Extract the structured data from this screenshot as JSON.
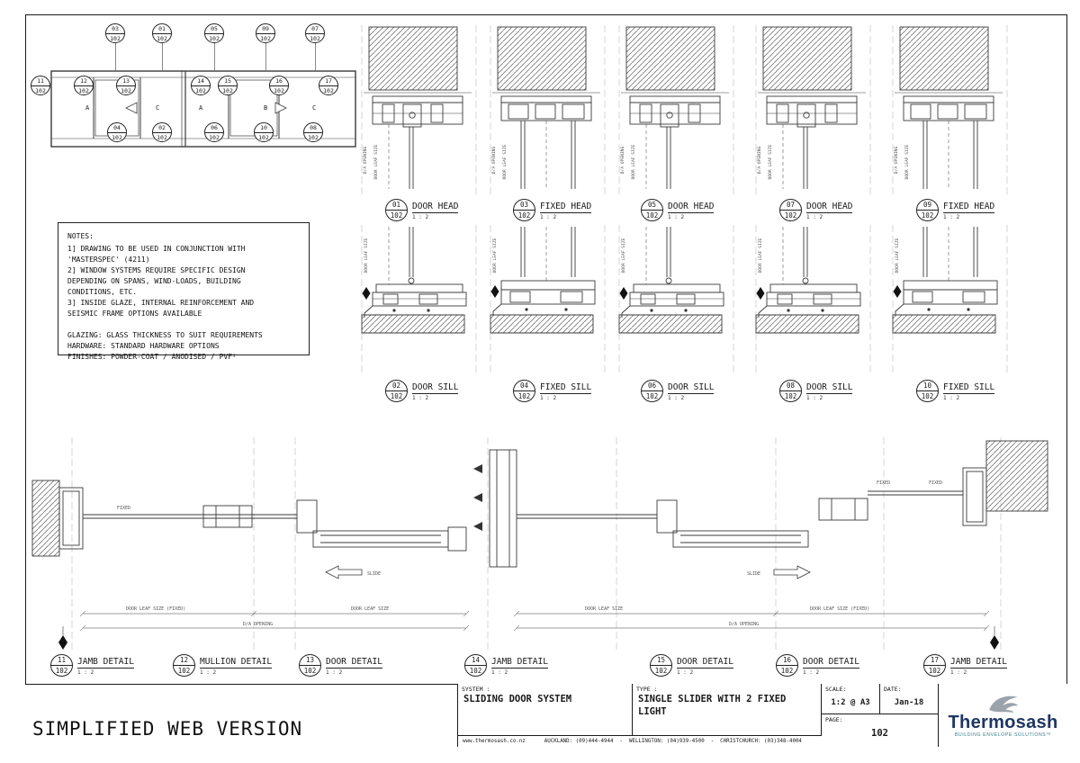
{
  "sheet": {
    "watermark": "SIMPLIFIED WEB VERSION"
  },
  "notes": {
    "title": "NOTES:",
    "body": "1] DRAWING TO BE USED IN CONJUNCTION WITH\n'MASTERSPEC' (4211)\n2] WINDOW SYSTEMS REQUIRE SPECIFIC DESIGN\nDEPENDING ON SPANS, WIND-LOADS, BUILDING\nCONDITIONS, ETC.\n3] INSIDE GLAZE, INTERNAL REINFORCEMENT AND\nSEISMIC FRAME OPTIONS AVAILABLE\n\nGLAZING:    GLASS THICKNESS TO SUIT REQUIREMENTS\nHARDWARE: STANDARD HARDWARE OPTIONS\nFINISHES:   POWDER-COAT / ANODISED / PVF²"
  },
  "elevation": {
    "top": [
      {
        "num": "03",
        "sheet": "102"
      },
      {
        "num": "01",
        "sheet": "102"
      },
      {
        "num": "05",
        "sheet": "102"
      },
      {
        "num": "09",
        "sheet": "102"
      },
      {
        "num": "07",
        "sheet": "102"
      }
    ],
    "mid": [
      {
        "num": "11",
        "sheet": "102"
      },
      {
        "num": "12",
        "sheet": "102"
      },
      {
        "num": "13",
        "sheet": "102"
      },
      {
        "num": "14",
        "sheet": "102"
      },
      {
        "num": "15",
        "sheet": "102"
      },
      {
        "num": "16",
        "sheet": "102"
      },
      {
        "num": "17",
        "sheet": "102"
      }
    ],
    "bottom": [
      {
        "num": "04",
        "sheet": "102"
      },
      {
        "num": "02",
        "sheet": "102"
      },
      {
        "num": "06",
        "sheet": "102"
      },
      {
        "num": "10",
        "sheet": "102"
      },
      {
        "num": "08",
        "sheet": "102"
      }
    ],
    "letters": [
      "A",
      "C",
      "A",
      "B",
      "C"
    ]
  },
  "details": {
    "heads": [
      {
        "num": "01",
        "sheet": "102",
        "label": "DOOR HEAD",
        "scale": "1 : 2"
      },
      {
        "num": "03",
        "sheet": "102",
        "label": "FIXED HEAD",
        "scale": "1 : 2"
      },
      {
        "num": "05",
        "sheet": "102",
        "label": "DOOR HEAD",
        "scale": "1 : 2"
      },
      {
        "num": "07",
        "sheet": "102",
        "label": "DOOR HEAD",
        "scale": "1 : 2"
      },
      {
        "num": "09",
        "sheet": "102",
        "label": "FIXED HEAD",
        "scale": "1 : 2"
      }
    ],
    "sills": [
      {
        "num": "02",
        "sheet": "102",
        "label": "DOOR SILL",
        "scale": "1 : 2"
      },
      {
        "num": "04",
        "sheet": "102",
        "label": "FIXED SILL",
        "scale": "1 : 2"
      },
      {
        "num": "06",
        "sheet": "102",
        "label": "DOOR SILL",
        "scale": "1 : 2"
      },
      {
        "num": "08",
        "sheet": "102",
        "label": "DOOR SILL",
        "scale": "1 : 2"
      },
      {
        "num": "10",
        "sheet": "102",
        "label": "FIXED SILL",
        "scale": "1 : 2"
      }
    ],
    "plans": [
      {
        "num": "11",
        "sheet": "102",
        "label": "JAMB DETAIL",
        "scale": "1 : 2"
      },
      {
        "num": "12",
        "sheet": "102",
        "label": "MULLION DETAIL",
        "scale": "1 : 2"
      },
      {
        "num": "13",
        "sheet": "102",
        "label": "DOOR DETAIL",
        "scale": "1 : 2"
      },
      {
        "num": "14",
        "sheet": "102",
        "label": "JAMB DETAIL",
        "scale": "1 : 2"
      },
      {
        "num": "15",
        "sheet": "102",
        "label": "DOOR DETAIL",
        "scale": "1 : 2"
      },
      {
        "num": "16",
        "sheet": "102",
        "label": "DOOR DETAIL",
        "scale": "1 : 2"
      },
      {
        "num": "17",
        "sheet": "102",
        "label": "JAMB DETAIL",
        "scale": "1 : 2"
      }
    ]
  },
  "drawing_labels": {
    "fixed": "FIXED",
    "slide": "SLIDE",
    "door_leaf_size": "DOOR LEAF SIZE",
    "door_leaf_size_fixed": "DOOR LEAF SIZE (FIXED)",
    "da_opening": "D/A OPENING"
  },
  "titleblock": {
    "system_label": "SYSTEM :",
    "system": "SLIDING DOOR SYSTEM",
    "type_label": "TYPE :",
    "type": "SINGLE SLIDER WITH 2 FIXED LIGHT",
    "scale_label": "SCALE:",
    "scale": "1:2 @ A3",
    "date_label": "DATE:",
    "date": "Jan-18",
    "page_label": "PAGE:",
    "page": "102",
    "contact": "www.thermosash.co.nz      AUCKLAND: (09)444-4944  -  WELLINGTON: (04)939-4500  -  CHRISTCHURCH: (03)348-4004",
    "brand": "Thermosash",
    "tagline": "BUILDING ENVELOPE SOLUTIONS™"
  }
}
